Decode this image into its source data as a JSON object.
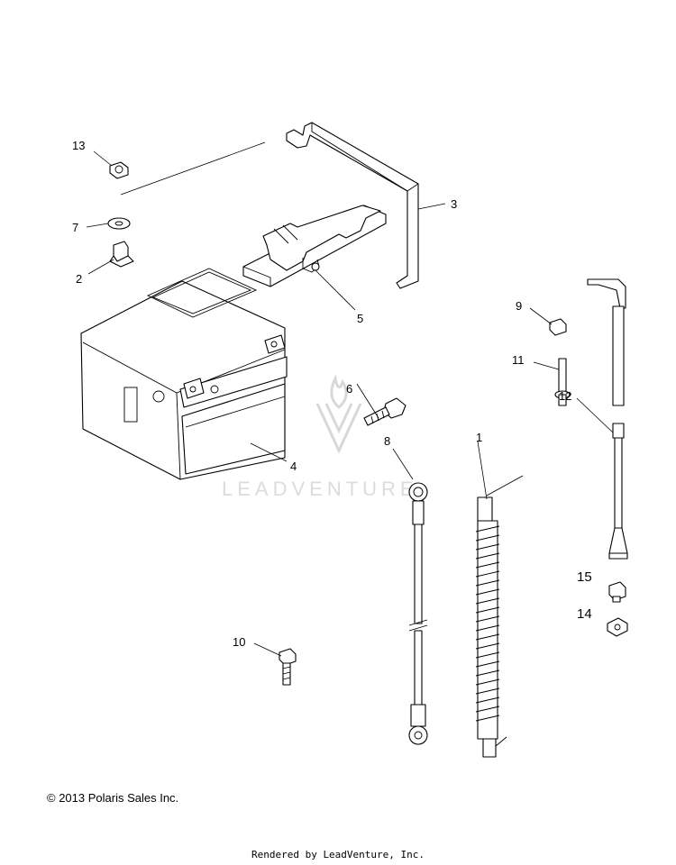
{
  "watermark": {
    "text": "LEADVENTURE"
  },
  "callouts": [
    {
      "id": "callout-1",
      "label": "1"
    },
    {
      "id": "callout-2",
      "label": "2"
    },
    {
      "id": "callout-3",
      "label": "3"
    },
    {
      "id": "callout-4",
      "label": "4"
    },
    {
      "id": "callout-5",
      "label": "5"
    },
    {
      "id": "callout-6",
      "label": "6"
    },
    {
      "id": "callout-7",
      "label": "7"
    },
    {
      "id": "callout-8",
      "label": "8"
    },
    {
      "id": "callout-9",
      "label": "9"
    },
    {
      "id": "callout-10",
      "label": "10"
    },
    {
      "id": "callout-11",
      "label": "11"
    },
    {
      "id": "callout-12",
      "label": "12"
    },
    {
      "id": "callout-13",
      "label": "13"
    },
    {
      "id": "callout-14",
      "label": "14"
    },
    {
      "id": "callout-15",
      "label": "15"
    }
  ],
  "footer": {
    "copyright": "© 2013 Polaris Sales Inc.",
    "rendered_by": "Rendered by LeadVenture, Inc."
  }
}
